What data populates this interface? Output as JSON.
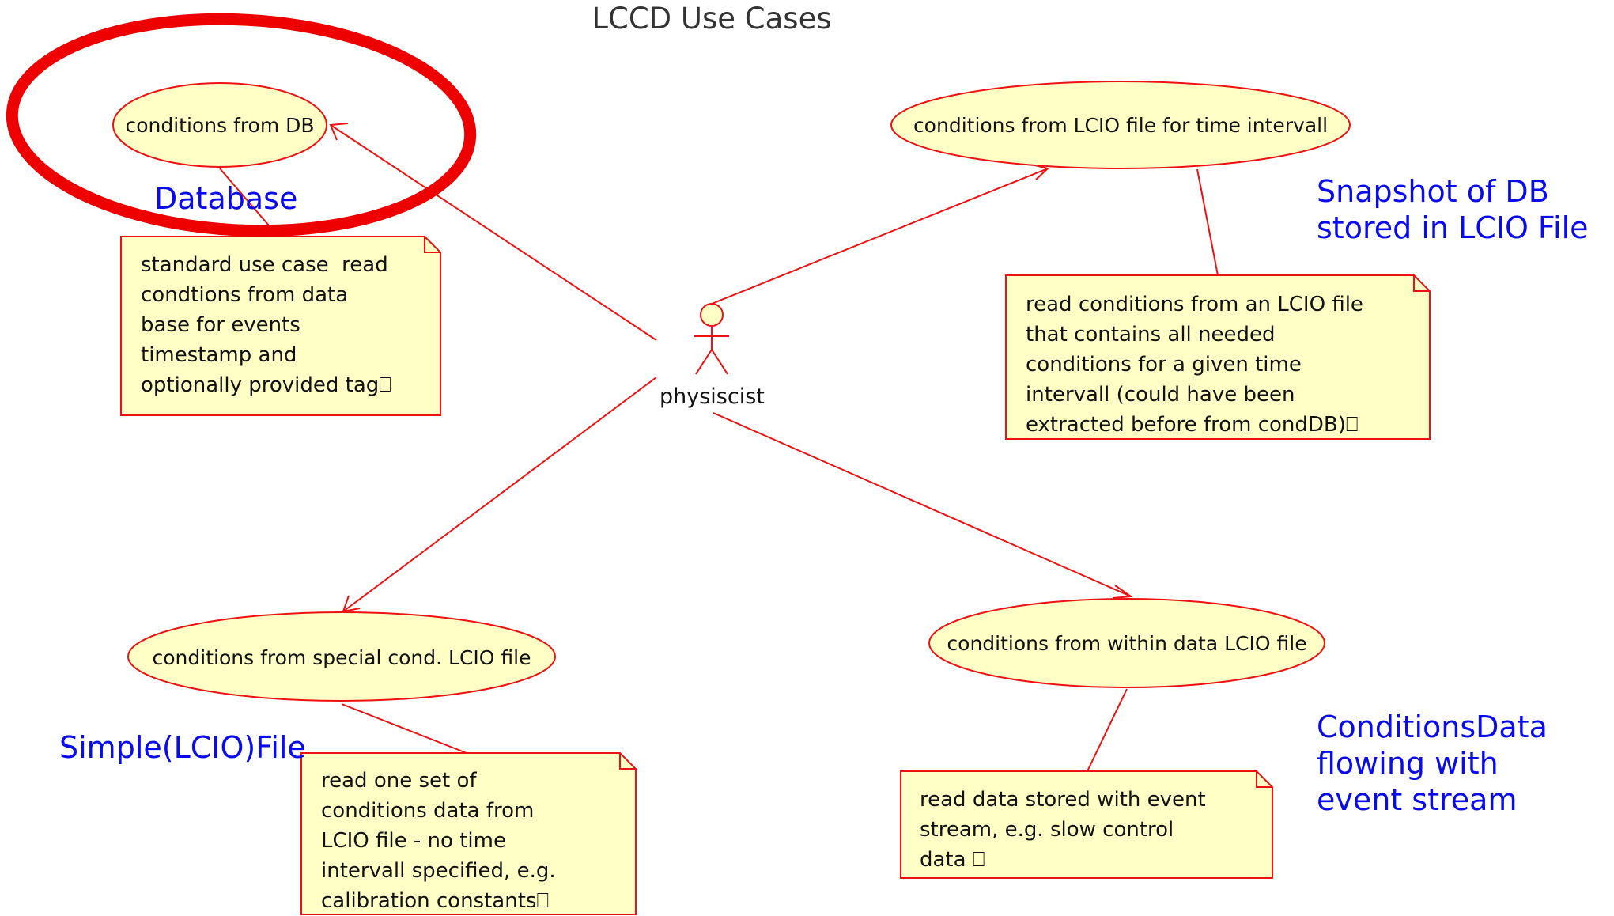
{
  "title": "LCCD Use Cases",
  "actor": {
    "label": "physiscist"
  },
  "use_cases": {
    "db": "conditions from DB",
    "lcio_time": "conditions from LCIO file for time intervall",
    "special": "conditions from special cond. LCIO file",
    "within": "conditions from within data LCIO file"
  },
  "notes": {
    "db": "standard use case  read\ncondtions from data\nbase for events\ntimestamp and\noptionally provided tag⎕",
    "lcio_time": "read conditions from an LCIO file\nthat contains all needed\nconditions for a given time\nintervall (could have been\nextracted before from condDB)⎕",
    "special": "read one set of\nconditions data from\nLCIO file - no time\nintervall specified, e.g.\ncalibration constants⎕",
    "within": "read data stored with event\nstream, e.g. slow control\ndata ⎕"
  },
  "annotations": {
    "database": "Database",
    "snapshot": "Snapshot of DB\nstored in LCIO File",
    "simple": "Simple(LCIO)File",
    "conditions_data": "ConditionsData\nflowing with\nevent stream"
  },
  "colors": {
    "line": "#ee1111",
    "fill": "#ffffc6",
    "annotation": "#0a0aee",
    "highlight": "#ee0000"
  }
}
